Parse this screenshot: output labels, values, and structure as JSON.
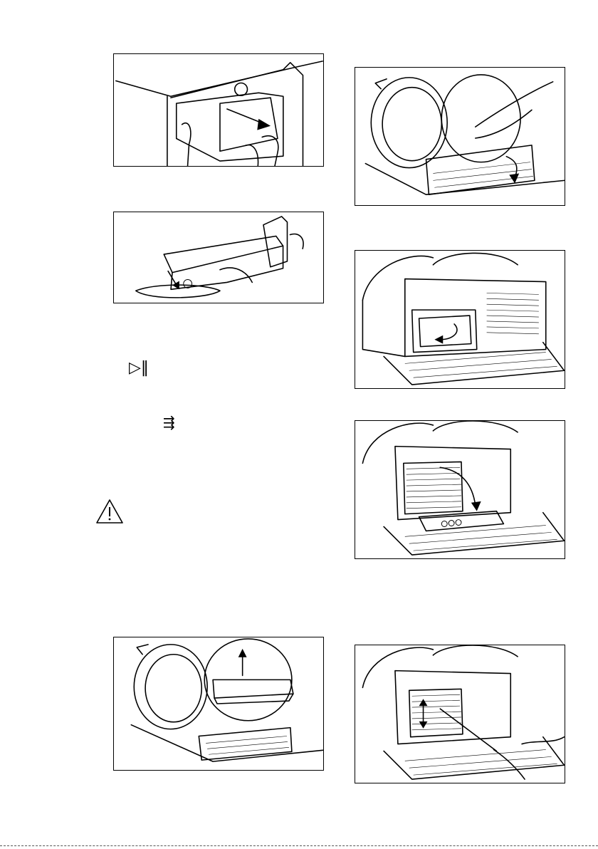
{
  "document": {
    "symbols": {
      "start_pause": "▷‖",
      "drain_mode": "⇶"
    },
    "icons": [
      "warning-icon"
    ],
    "figures": [
      "pull-out-water-container",
      "empty-water-container",
      "open-door-plinth",
      "release-heat-exchanger-cover",
      "open-heat-exchanger-cover",
      "remove-filter-from-door",
      "vacuum-clean-heat-exchanger"
    ],
    "colors": {
      "ink": "#000000",
      "paper": "#ffffff"
    }
  }
}
